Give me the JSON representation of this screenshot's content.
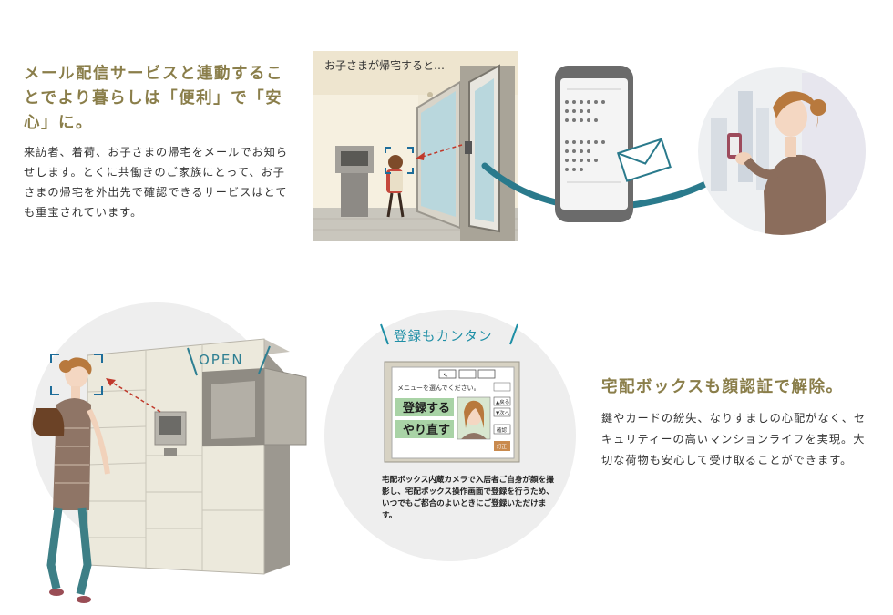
{
  "mail_section": {
    "heading": "メール配信サービスと連動することでより暮らしは「便利」で「安心」に。",
    "body": "来訪者、着荷、お子さまの帰宅をメールでお知らせします。とくに共働きのご家族にとって、お子さまの帰宅を外出先で確認できるサービスはとても重宝されています。",
    "scene_label": "お子さまが帰宅すると…"
  },
  "box_section": {
    "heading": "宅配ボックスも顔認証で解除。",
    "body": "鍵やカードの紛失、なりすましの心配がなく、セキュリティーの高いマンションライフを実現。大切な荷物も安心して受け取ることができます。",
    "open_label": "OPEN",
    "register_label": "登録もカンタン",
    "screen": {
      "menu_text": "メニューを選んでください。",
      "register_button": "登録する",
      "redo_button": "やり直す",
      "up_label": "▲戻る",
      "down_label": "▼次へ",
      "confirm_label": "確認",
      "correct_label": "訂正"
    },
    "caption": "宅配ボックス内蔵カメラで入居者ご自身が顔を撮影し、宅配ボックス操作画面で登録を行うため、いつでもご都合のよいときにご登録いただけます。"
  },
  "colors": {
    "heading_gold": "#8a7e4a",
    "arrow_teal": "#2a7a8c",
    "frame_blue": "#1e6d9a",
    "button_green": "#a9d3a6",
    "text_dark": "#333333"
  }
}
